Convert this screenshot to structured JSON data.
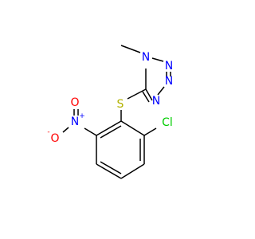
{
  "molecule": {
    "atoms": [
      {
        "id": "n1",
        "symbol": "N",
        "color": "#0000ff"
      },
      {
        "id": "n2",
        "symbol": "N",
        "color": "#0000ff"
      },
      {
        "id": "n3",
        "symbol": "N",
        "color": "#0000ff"
      },
      {
        "id": "n4",
        "symbol": "N",
        "color": "#0000ff"
      },
      {
        "id": "s",
        "symbol": "S",
        "color": "#b2b200"
      },
      {
        "id": "cl",
        "symbol": "Cl",
        "color": "#00cc00"
      },
      {
        "id": "n_nitro",
        "symbol": "N",
        "color": "#0000ff",
        "charge": "+"
      },
      {
        "id": "o_double",
        "symbol": "O",
        "color": "#ff0000"
      },
      {
        "id": "o_single",
        "symbol": "O",
        "color": "#ff0000",
        "charge": "-"
      }
    ]
  }
}
